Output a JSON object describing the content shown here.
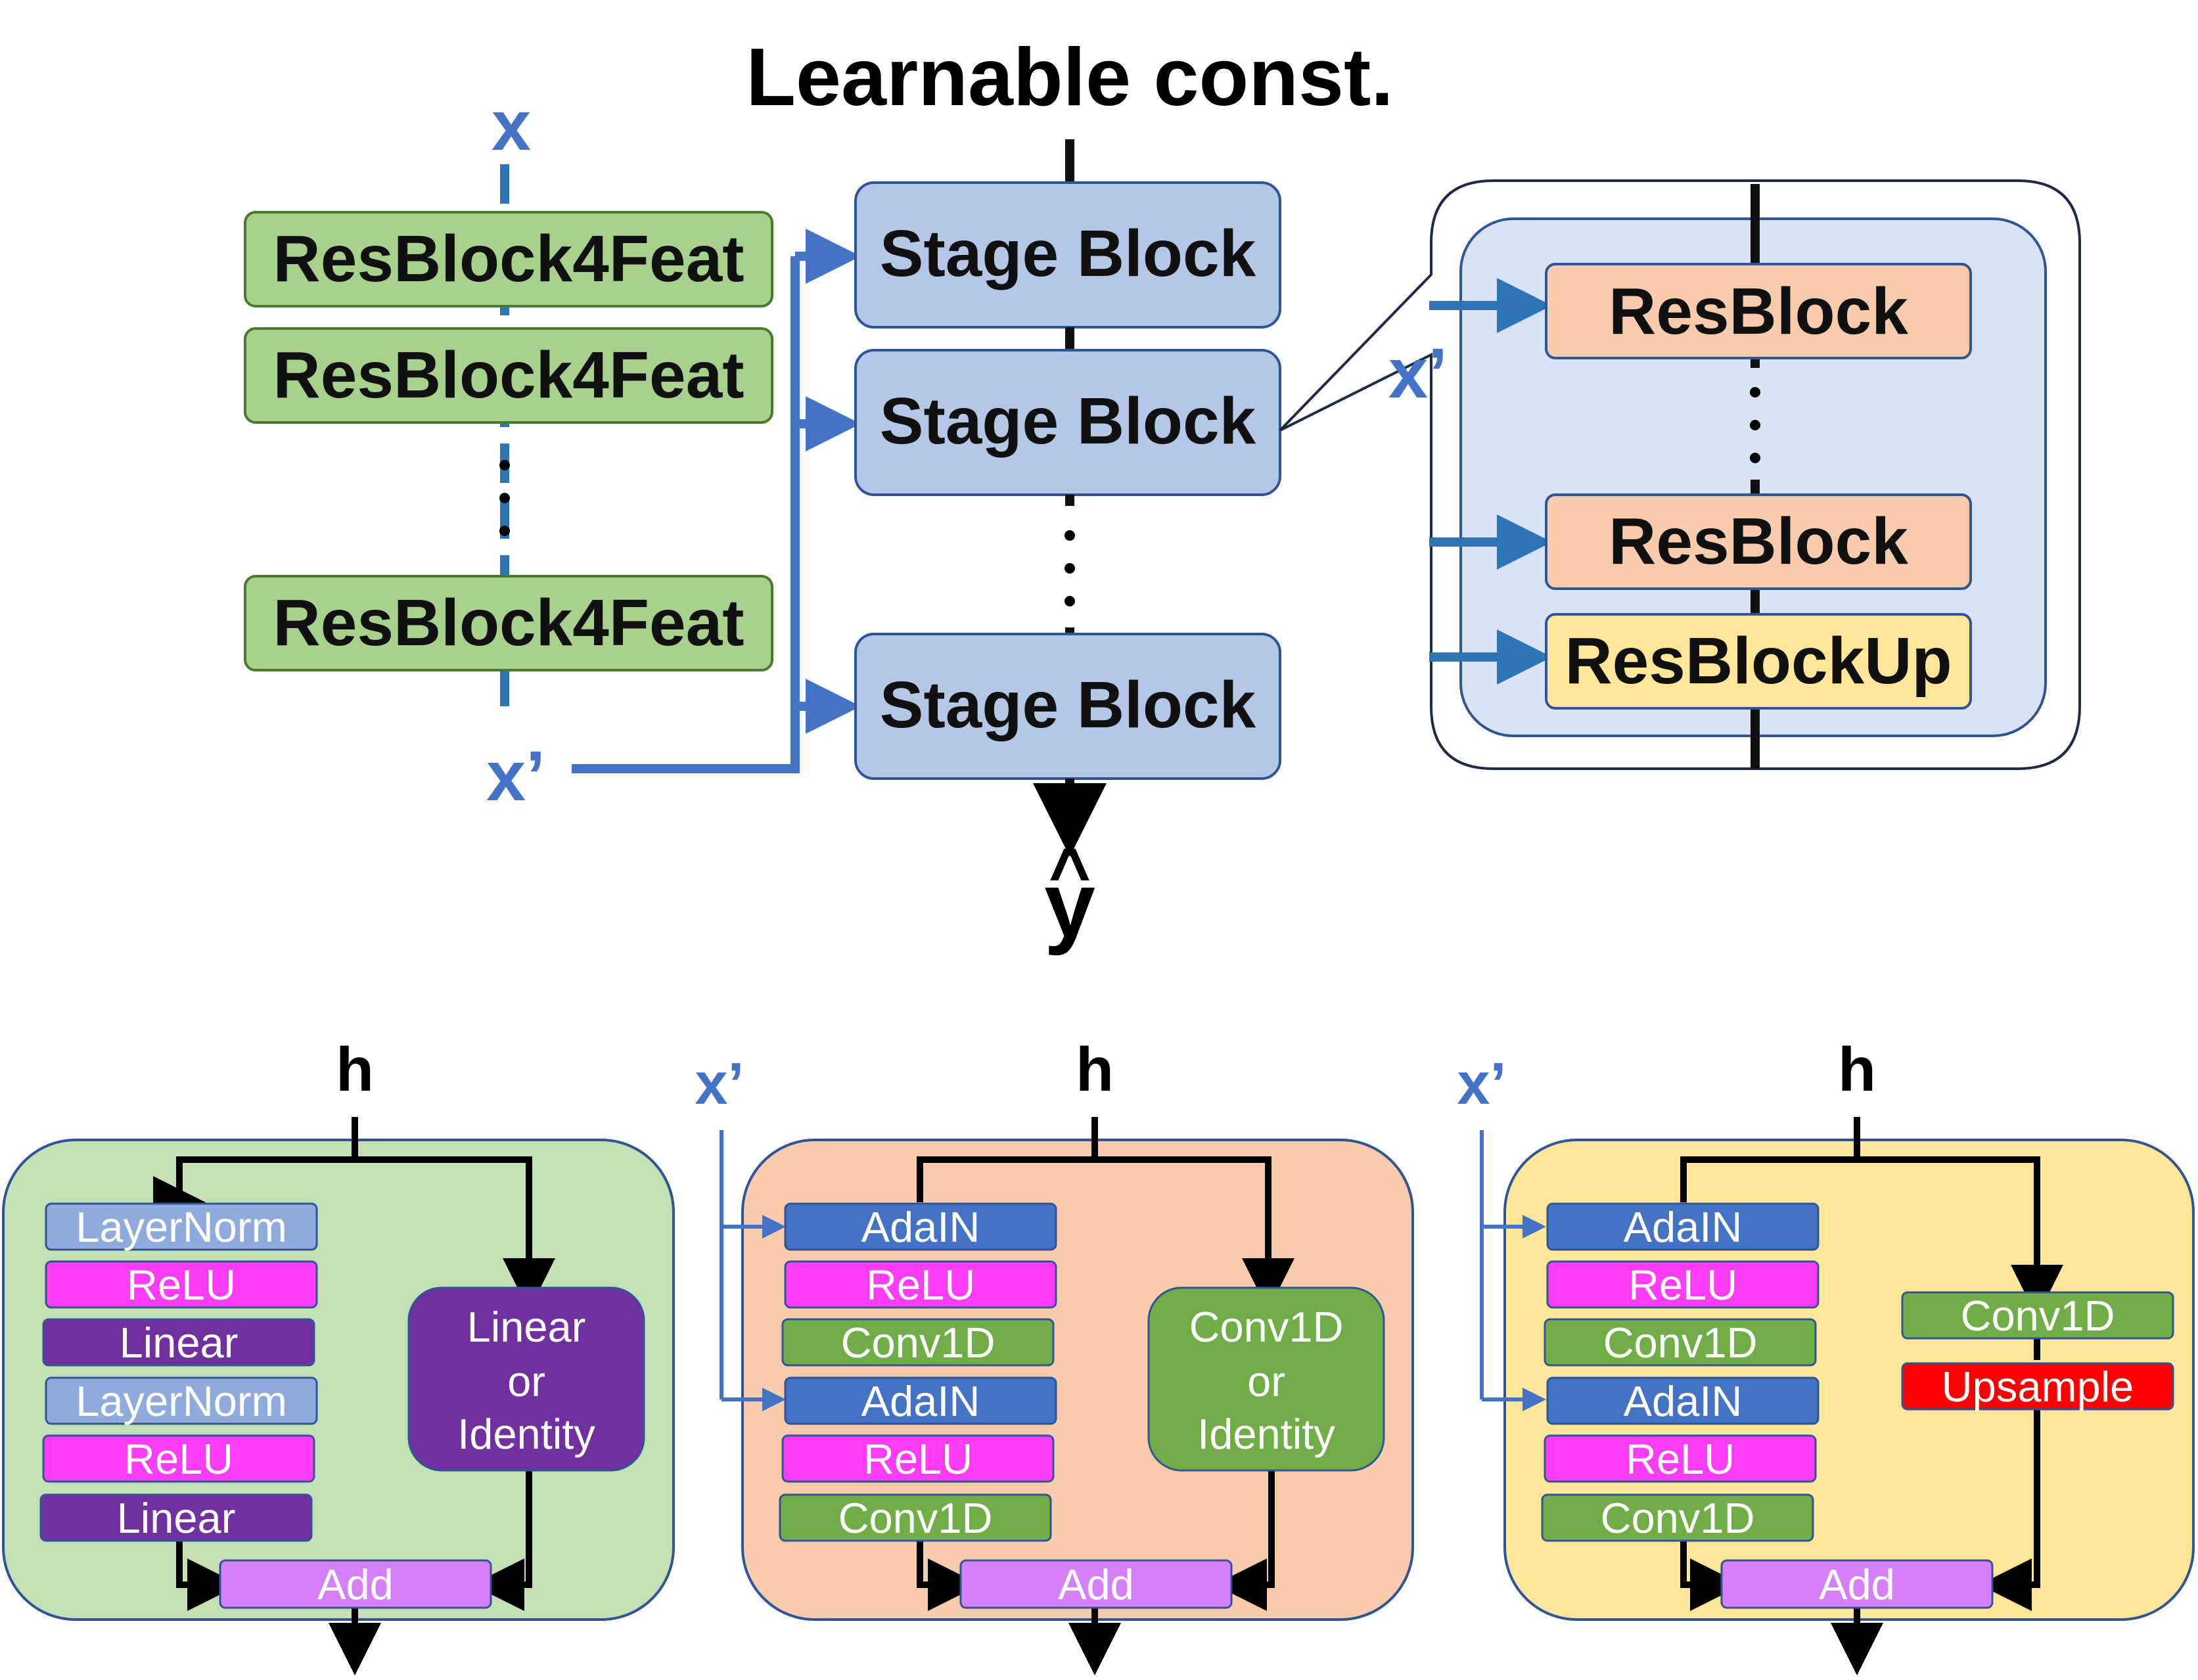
{
  "top": {
    "title": "Learnable const.",
    "x_label": "x",
    "xprime_label": "x’",
    "resblock4feat": [
      "ResBlock4Feat",
      "ResBlock4Feat",
      "ResBlock4Feat"
    ],
    "stage_blocks": [
      "Stage Block",
      "Stage Block",
      "Stage Block"
    ],
    "output_label": "ŷ",
    "y_base": "y",
    "y_hat": "^",
    "zoom": {
      "xprime_label": "x’",
      "blocks": [
        "ResBlock",
        "ResBlock",
        "ResBlockUp"
      ]
    }
  },
  "bottom": {
    "panel1": {
      "h_label": "h",
      "layers": [
        "LayerNorm",
        "ReLU",
        "Linear",
        "LayerNorm",
        "ReLU",
        "Linear"
      ],
      "shortcut": [
        "Linear",
        "or",
        "Identity"
      ],
      "add": "Add"
    },
    "panel2": {
      "h_label": "h",
      "xprime_label": "x’",
      "layers": [
        "AdaIN",
        "ReLU",
        "Conv1D",
        "AdaIN",
        "ReLU",
        "Conv1D"
      ],
      "shortcut": [
        "Conv1D",
        "or",
        "Identity"
      ],
      "add": "Add"
    },
    "panel3": {
      "h_label": "h",
      "xprime_label": "x’",
      "layers": [
        "AdaIN",
        "ReLU",
        "Conv1D",
        "AdaIN",
        "ReLU",
        "Conv1D"
      ],
      "shortcut": [
        "Conv1D",
        "Upsample"
      ],
      "add": "Add"
    }
  },
  "colors": {
    "green_block": "#a9d18e",
    "stage_block": "#b4c7e7",
    "resblock": "#f8cbad",
    "resblockup": "#ffe699",
    "layernorm": "#8faadc",
    "relu": "#ff3cf5",
    "linear": "#7030a0",
    "adain": "#4472c4",
    "conv1d": "#70ad47",
    "add": "#d580f8",
    "upsample": "#ff0000",
    "accent_blue": "#4472c4"
  }
}
